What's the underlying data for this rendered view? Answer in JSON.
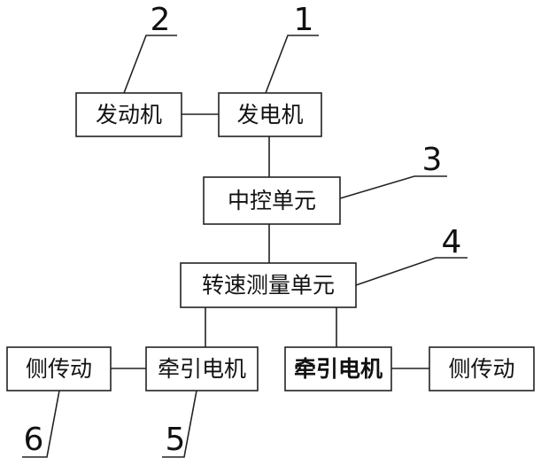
{
  "blocks": {
    "engine": "发动机",
    "generator": "发电机",
    "central_control": "中控单元",
    "speed_measurement": "转速测量单元",
    "traction_motor_left": "牵引电机",
    "traction_motor_right": "牵引电机",
    "side_drive_left": "侧传动",
    "side_drive_right": "侧传动"
  },
  "reference_numbers": {
    "generator": "1",
    "engine": "2",
    "central_control": "3",
    "speed_measurement": "4",
    "traction_motor": "5",
    "side_drive": "6"
  }
}
